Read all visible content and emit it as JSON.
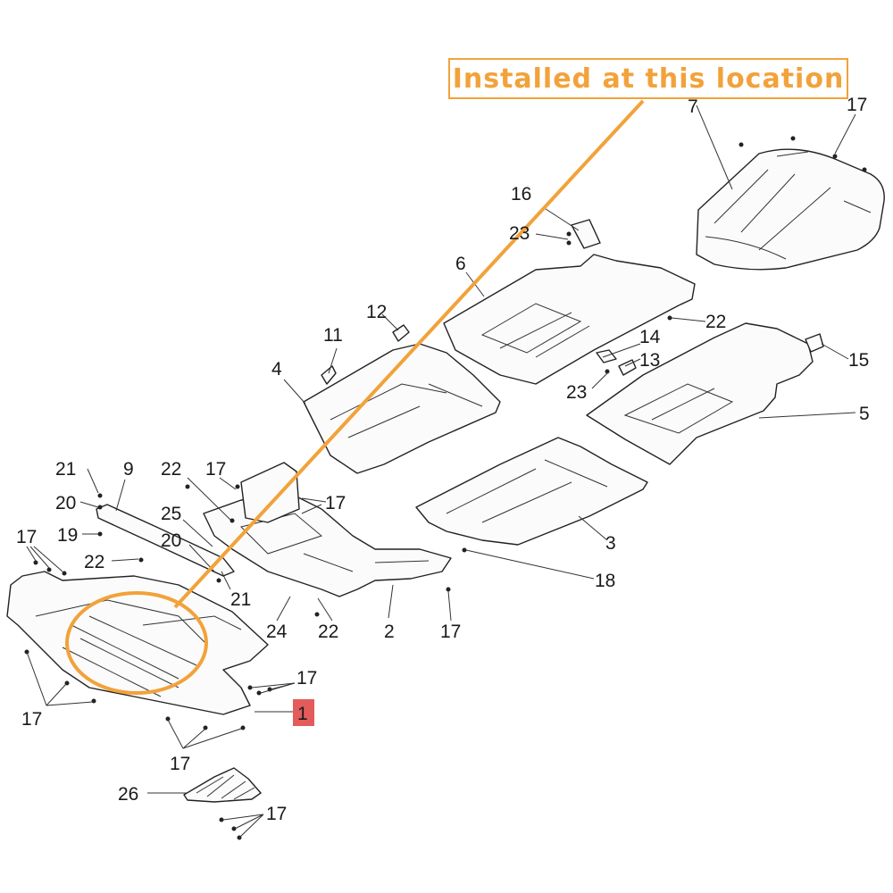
{
  "callout": {
    "text": "Installed at this location"
  },
  "highlight_color": "#e45b5b",
  "accent_color": "#f2a23a",
  "labels": {
    "l1": "1",
    "l2": "2",
    "l3": "3",
    "l4": "4",
    "l5": "5",
    "l6": "6",
    "l7": "7",
    "l9": "9",
    "l11": "11",
    "l12": "12",
    "l13": "13",
    "l14": "14",
    "l15": "15",
    "l16": "16",
    "l17": "17",
    "l18": "18",
    "l19": "19",
    "l20": "20",
    "l21": "21",
    "l22": "22",
    "l23": "23",
    "l24": "24",
    "l25": "25",
    "l26": "26"
  }
}
